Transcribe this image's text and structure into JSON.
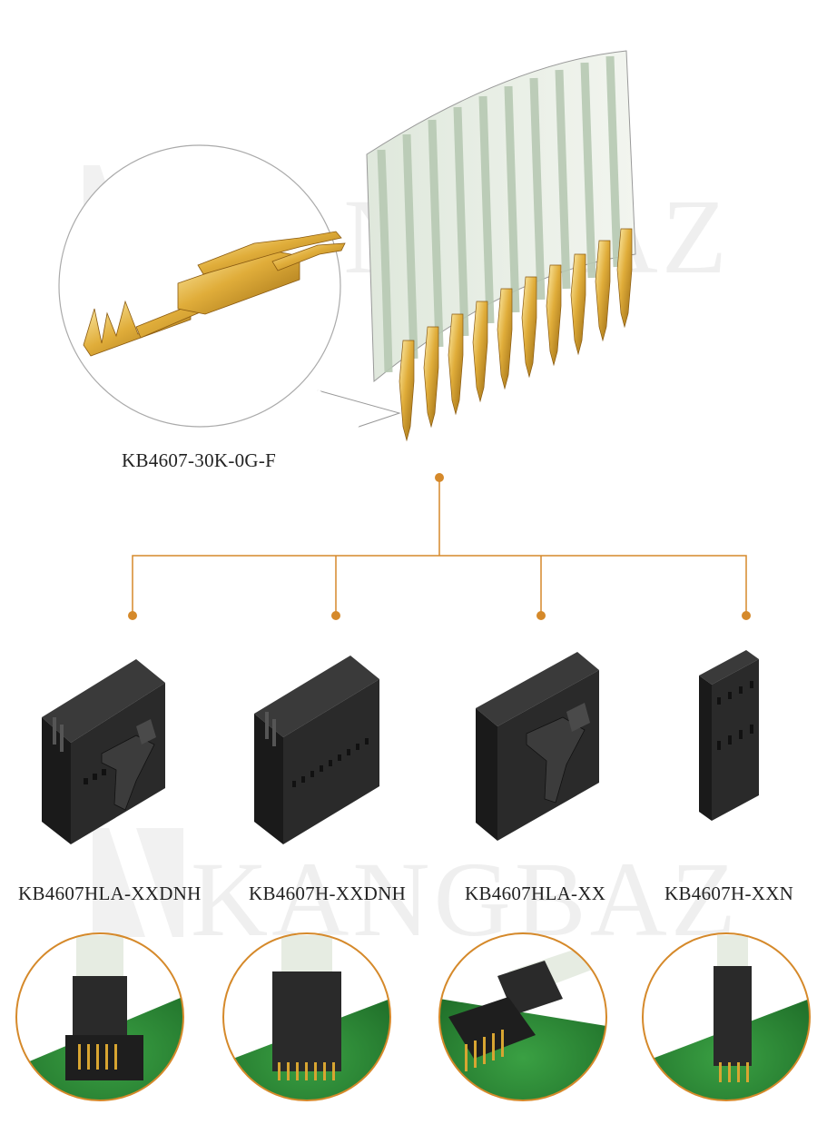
{
  "watermark": {
    "brand": "KANGBAZ"
  },
  "terminal": {
    "part_number": "KB4607-30K-0G-F"
  },
  "colors": {
    "branch_line": "#d5892a",
    "housing": "#2a2a2a",
    "gold": "#d8a531",
    "pcb_green": "#2f8f3a"
  },
  "products": [
    {
      "part_number": "KB4607HLA-XXDNH"
    },
    {
      "part_number": "KB4607H-XXDNH"
    },
    {
      "part_number": "KB4607HLA-XX"
    },
    {
      "part_number": "KB4607H-XXN"
    }
  ]
}
